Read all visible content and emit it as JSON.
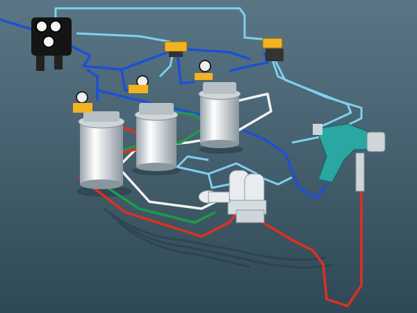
{
  "scene": {
    "colors": {
      "background_top": "#5a7684",
      "background_bottom": "#2f4856",
      "air_line": "#1e4fd8",
      "pilot_line": "#7fd0ee",
      "paint_line_red": "#e0301e",
      "paint_line_green": "#1f9a4a",
      "paint_line_white": "#f2f2f2",
      "tank_body": "#e8ecef",
      "fitting_yellow": "#f2b322",
      "spray_gun": "#2aa6a3"
    },
    "components": {
      "pressure_tanks": 3,
      "fluid_regulators": 2,
      "manifold_blocks": 2,
      "spray_guns": 1,
      "air_filter_regulator": 1
    }
  }
}
